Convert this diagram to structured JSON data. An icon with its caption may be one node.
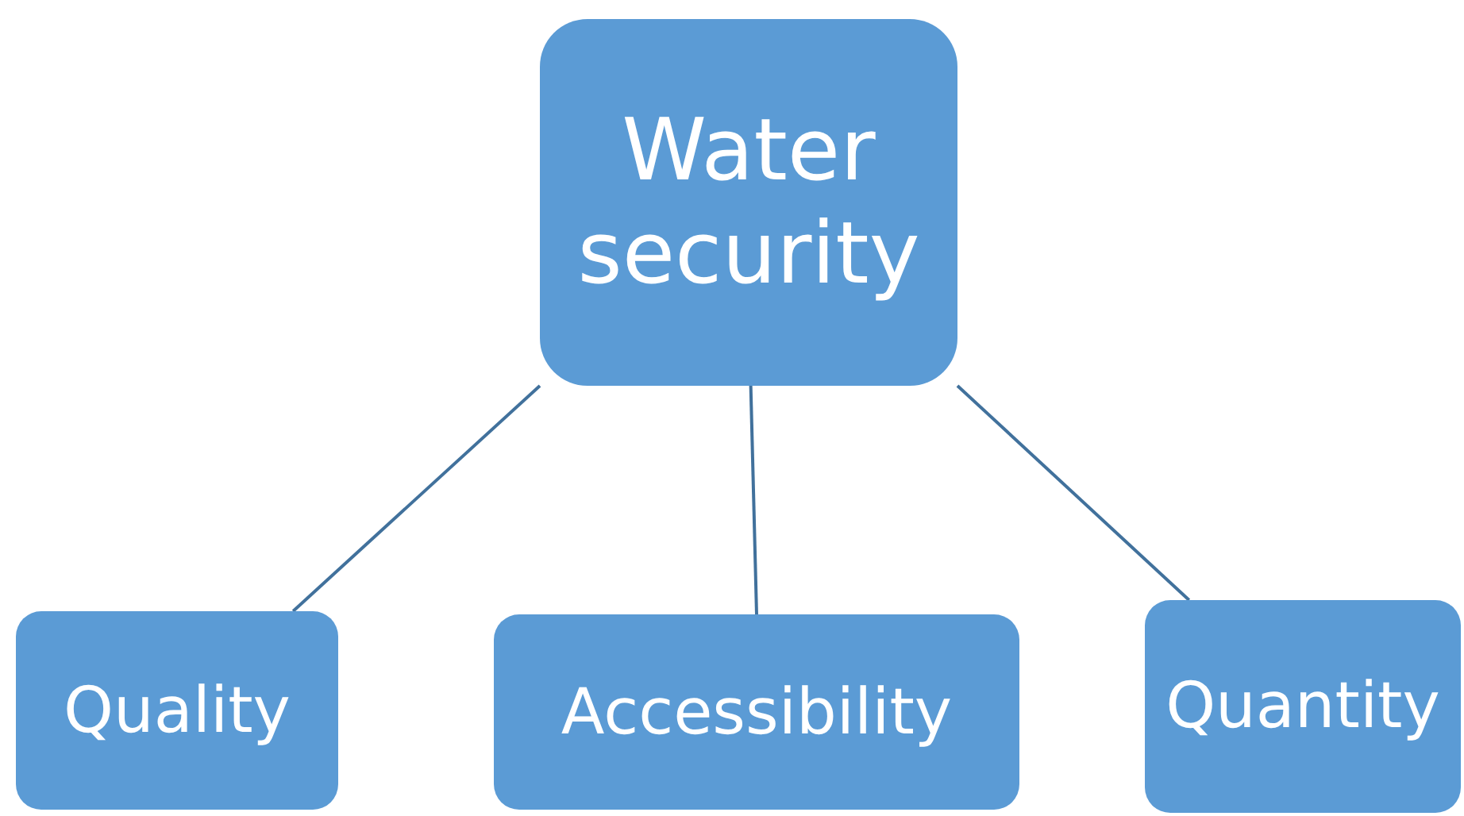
{
  "diagram": {
    "nodes": [
      {
        "text": [
          "Water security"
        ]
      },
      {
        "text": [
          "Quality"
        ]
      },
      {
        "text": [
          "Accessibility"
        ]
      },
      {
        "text": [
          "Quantity"
        ]
      }
    ],
    "edges": [
      {
        "from": 0,
        "to": 1,
        "arrow": "none"
      },
      {
        "from": 0,
        "to": 2,
        "arrow": "none"
      },
      {
        "from": 0,
        "to": 3,
        "arrow": "none"
      }
    ]
  }
}
